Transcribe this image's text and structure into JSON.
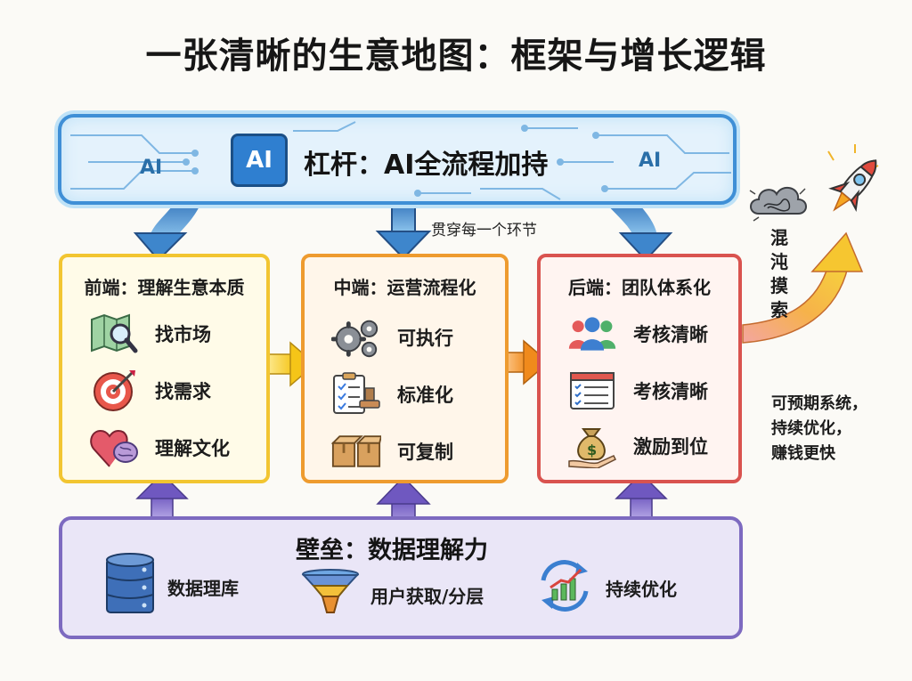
{
  "title": "一张清晰的生意地图：框架与增长逻辑",
  "ai_banner": {
    "chip_label": "AI",
    "side_label_left": "AI",
    "side_label_right": "AI",
    "text": "杠杆：AI全流程加持",
    "through_label": "贯穿每一个环节"
  },
  "columns": {
    "front": {
      "title": "前端：理解生意本质",
      "items": [
        {
          "label": "找市场",
          "icon": "map-magnifier-icon"
        },
        {
          "label": "找需求",
          "icon": "target-icon"
        },
        {
          "label": "理解文化",
          "icon": "heart-brain-icon"
        }
      ]
    },
    "middle": {
      "title": "中端：运营流程化",
      "items": [
        {
          "label": "可执行",
          "icon": "gears-icon"
        },
        {
          "label": "标准化",
          "icon": "checklist-stamp-icon"
        },
        {
          "label": "可复制",
          "icon": "boxes-icon"
        }
      ]
    },
    "back": {
      "title": "后端：团队体系化",
      "items": [
        {
          "label": "考核清晰",
          "icon": "team-icon"
        },
        {
          "label": "考核清晰",
          "icon": "clipboard-icon"
        },
        {
          "label": "激励到位",
          "icon": "money-bag-icon"
        }
      ]
    }
  },
  "data_bar": {
    "title": "壁垒：数据理解力",
    "items": [
      {
        "label": "数据理库",
        "icon": "database-icon"
      },
      {
        "label": "用户获取/分层",
        "icon": "funnel-icon"
      },
      {
        "label": "持续优化",
        "icon": "cycle-chart-icon"
      }
    ]
  },
  "chaos_label": "混沌摸索",
  "outcome_lines": [
    "可预期系统，",
    "持续优化，",
    "赚钱更快"
  ],
  "colors": {
    "ai_blue": "#3f8fd6",
    "front_yellow": "#f2c531",
    "middle_orange": "#ee9b2f",
    "back_red": "#d9534f",
    "data_purple": "#7d6ac0"
  }
}
